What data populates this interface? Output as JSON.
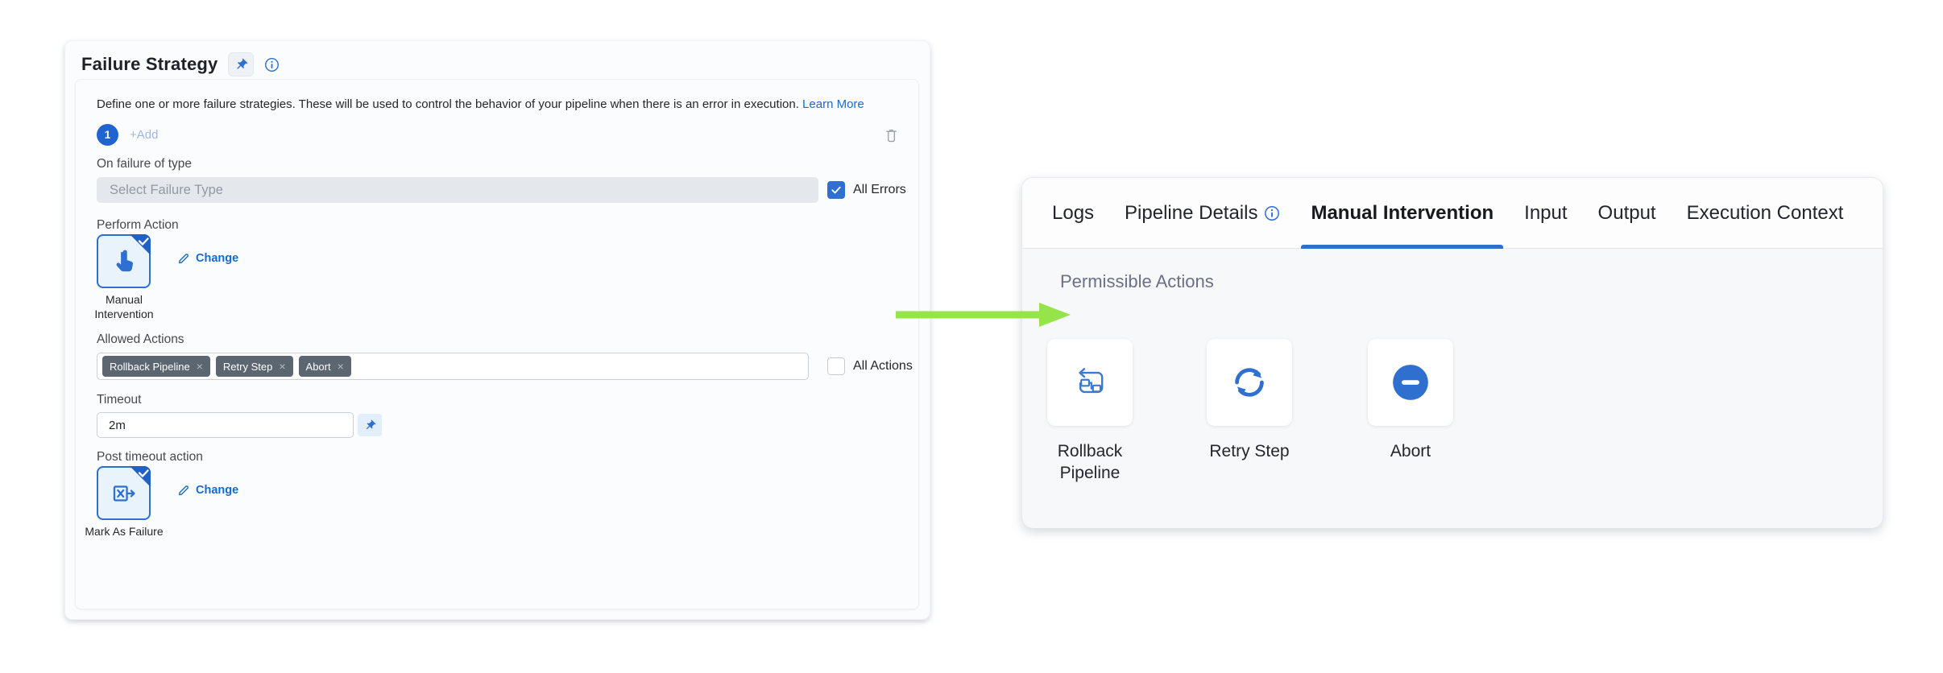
{
  "fs": {
    "title": "Failure Strategy",
    "description": "Define one or more failure strategies. These will be used to control the behavior of your pipeline when there is an error in execution.",
    "learn_more": "Learn More",
    "badge": "1",
    "add": "+Add",
    "on_failure_label": "On failure of type",
    "failure_type_placeholder": "Select Failure Type",
    "all_errors": "All Errors",
    "perform_action_label": "Perform Action",
    "perform_action_selected": "Manual Intervention",
    "change": "Change",
    "allowed_actions_label": "Allowed Actions",
    "tags": [
      "Rollback Pipeline",
      "Retry Step",
      "Abort"
    ],
    "all_actions": "All Actions",
    "timeout_label": "Timeout",
    "timeout_value": "2m",
    "post_timeout_label": "Post timeout action",
    "post_timeout_selected": "Mark As Failure"
  },
  "panel": {
    "tabs": [
      "Logs",
      "Pipeline Details",
      "Manual Intervention",
      "Input",
      "Output",
      "Execution Context"
    ],
    "active_tab": "Manual Intervention",
    "section_title": "Permissible Actions",
    "actions": [
      "Rollback Pipeline",
      "Retry Step",
      "Abort"
    ]
  },
  "glyphs": {
    "tag_close": "×"
  },
  "colors": {
    "primary_blue": "#2e6fd0",
    "link_blue": "#1a6acb",
    "tag_bg": "#5c6670",
    "arrow_green": "#95e54a",
    "badge_blue": "#2065cf"
  }
}
